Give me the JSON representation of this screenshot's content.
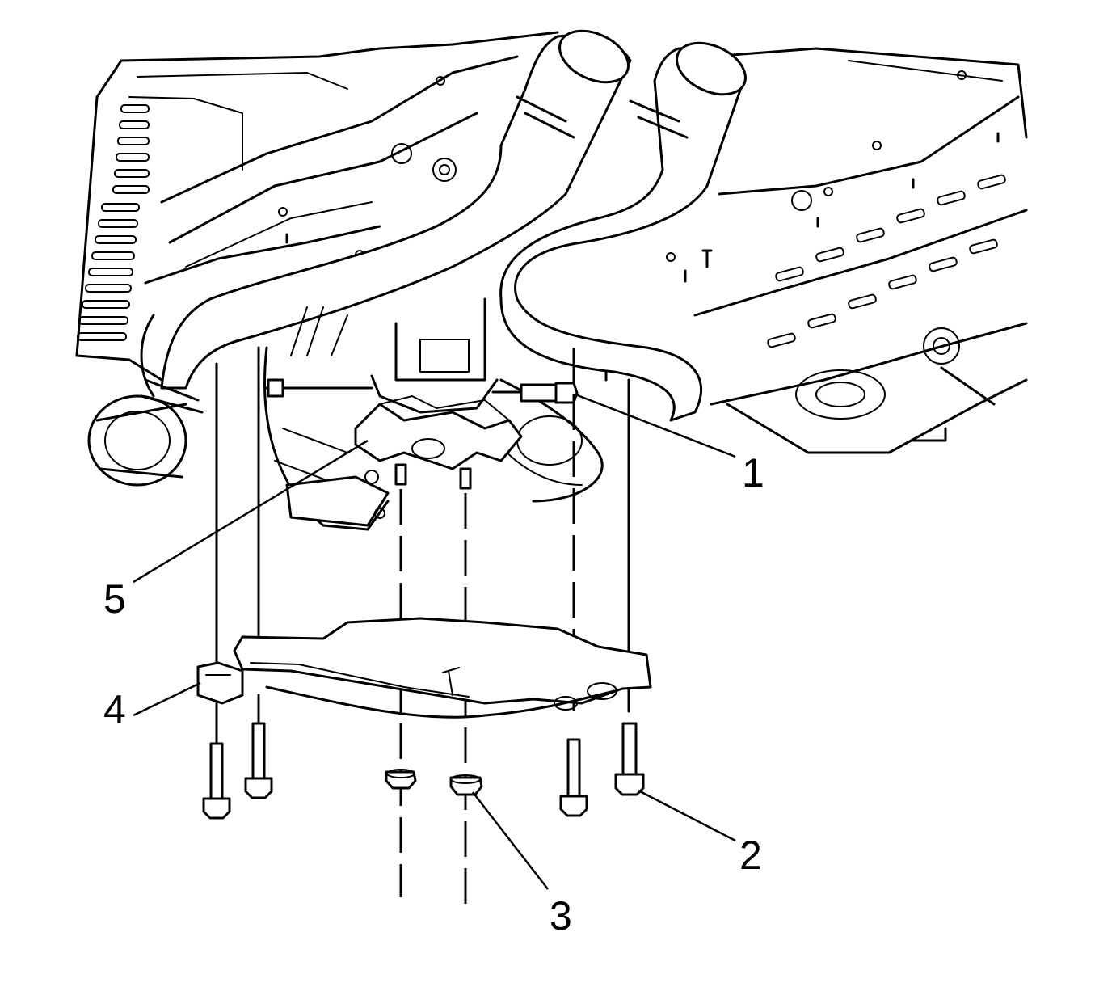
{
  "diagram": {
    "background": "#ffffff",
    "line_color": "#000000",
    "callouts": [
      {
        "id": "1",
        "label": "1",
        "part": "bolt"
      },
      {
        "id": "2",
        "label": "2",
        "part": "bolt"
      },
      {
        "id": "3",
        "label": "3",
        "part": "nut"
      },
      {
        "id": "4",
        "label": "4",
        "part": "transmission-support"
      },
      {
        "id": "5",
        "label": "5",
        "part": "transmission-mount"
      }
    ]
  }
}
